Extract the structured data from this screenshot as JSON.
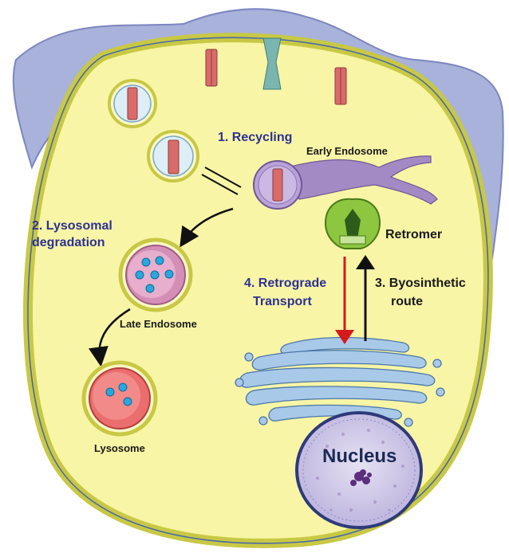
{
  "labels": {
    "recycling": "1. Recycling",
    "early_endosome": "Early Endosome",
    "lysosomal_line1": "2. Lysosomal",
    "lysosomal_line2": "degradation",
    "retromer": "Retromer",
    "retrograde_line1": "4. Retrograde",
    "retrograde_line2": "Transport",
    "biosynthetic_line1": "3. Byosinthetic",
    "biosynthetic_line2": "route",
    "late_endosome": "Late Endosome",
    "lysosome": "Lysosome",
    "nucleus": "Nucleus"
  },
  "colors": {
    "cytoplasm": "#f8f5a6",
    "membrane_bead": "#c8c845",
    "membrane_line": "#4b6aa6",
    "cortex": "#a9b2da",
    "receptor": "#d96b6b",
    "channel": "#7ab5b0",
    "early_endosome": "#a48ac4",
    "late_endosome": "#d48fb6",
    "lysosome": "#ea6e6e",
    "cargo": "#2aa7dc",
    "retromer": "#8dc63f",
    "golgi": "#a9c9e8",
    "nucleus": "#c9c3e3",
    "blue_label": "#2e3192",
    "red_arrow": "#d7191c",
    "black_arrow": "#111111"
  }
}
